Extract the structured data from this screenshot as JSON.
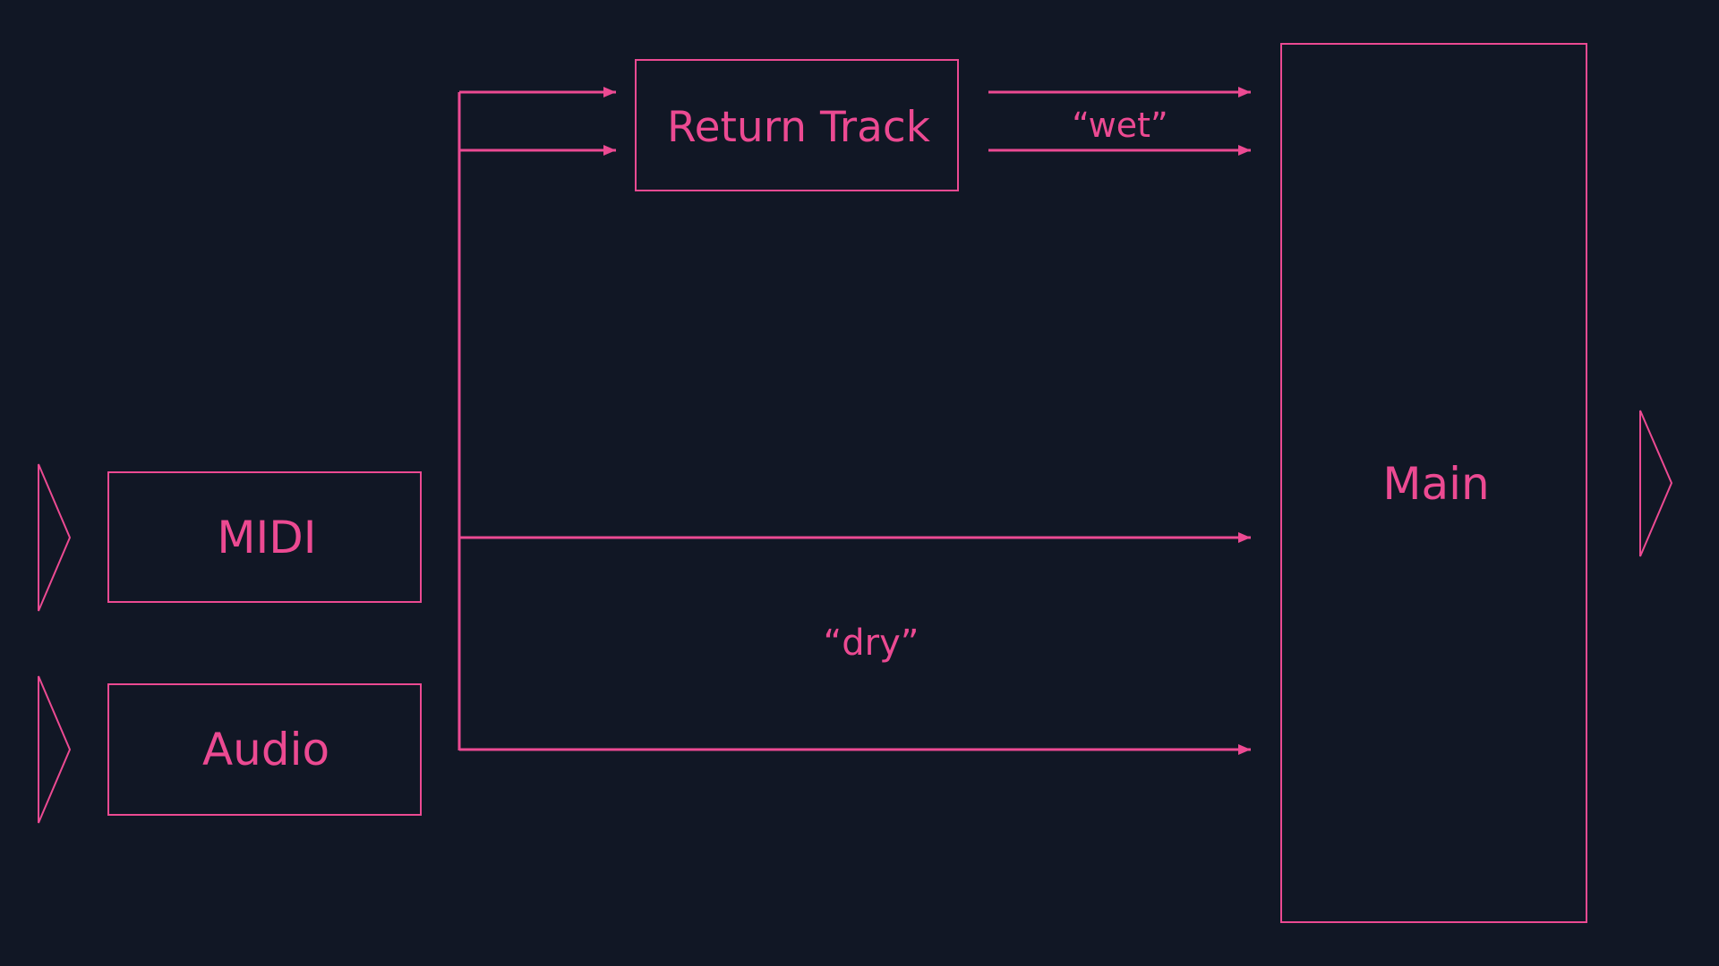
{
  "colors": {
    "background": "#111725",
    "accent": "#ec4a92"
  },
  "nodes": {
    "midi": "MIDI",
    "audio": "Audio",
    "return_track": "Return Track",
    "main": "Main"
  },
  "signals": {
    "wet": "“wet”",
    "dry": "“dry”"
  },
  "icons": {
    "input_markers": "triangle-play-outline",
    "output_marker": "triangle-play-outline"
  }
}
